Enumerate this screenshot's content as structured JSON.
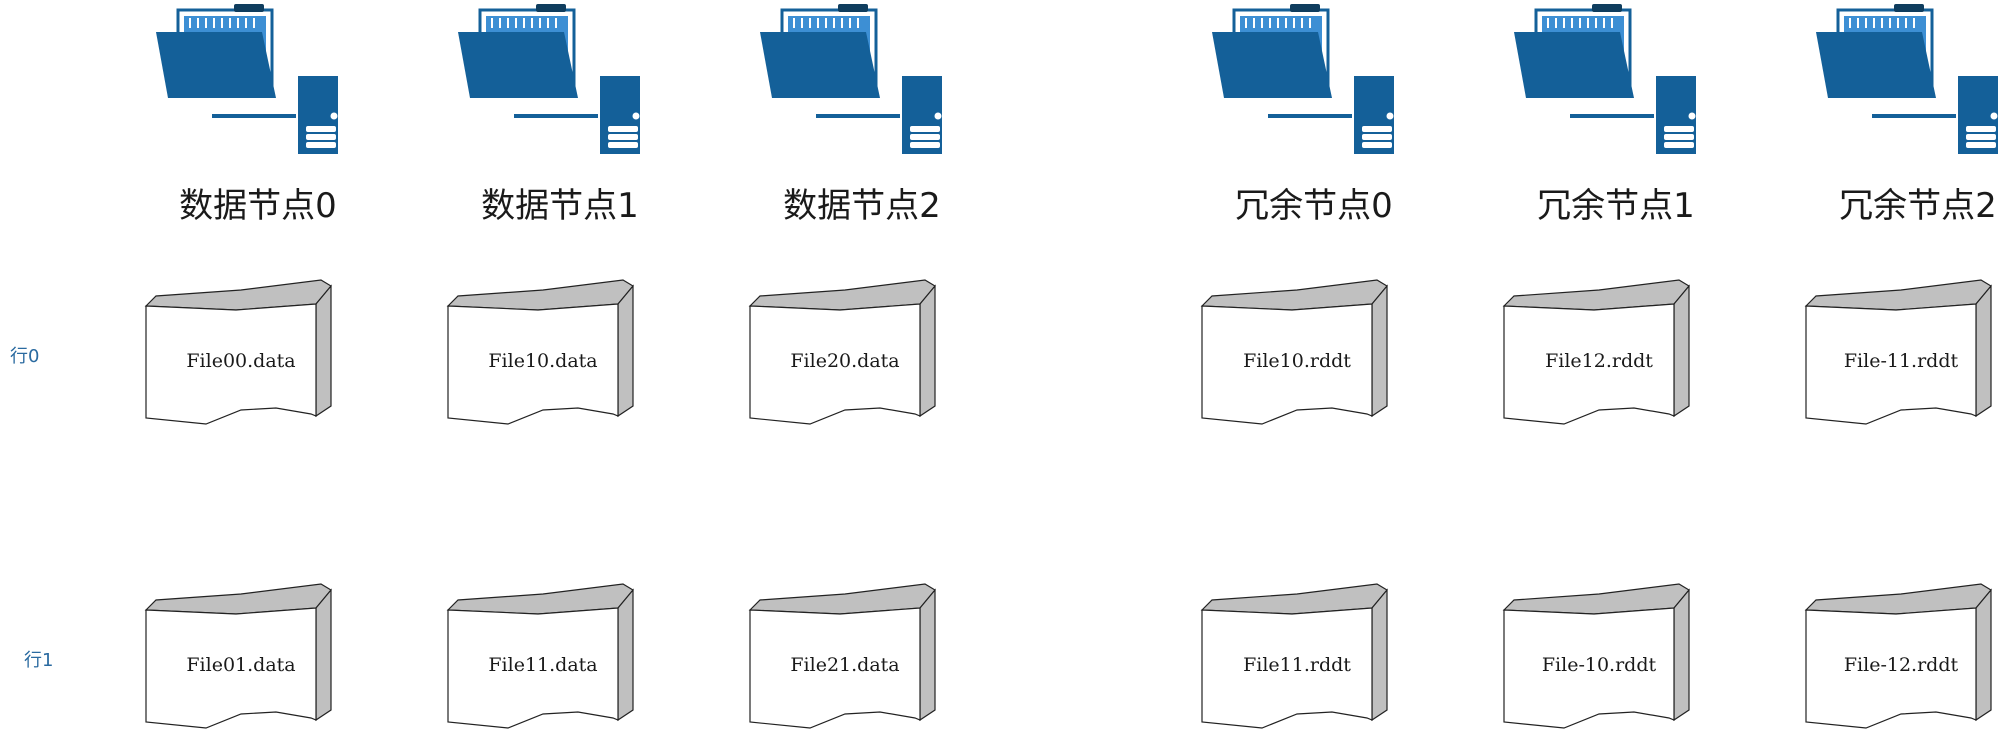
{
  "nodes": [
    {
      "label": "数据节点0",
      "icon": "folder-server-icon"
    },
    {
      "label": "数据节点1",
      "icon": "folder-server-icon"
    },
    {
      "label": "数据节点2",
      "icon": "folder-server-icon"
    },
    {
      "label": "冗余节点0",
      "icon": "folder-server-icon"
    },
    {
      "label": "冗余节点1",
      "icon": "folder-server-icon"
    },
    {
      "label": "冗余节点2",
      "icon": "folder-server-icon"
    }
  ],
  "rows": [
    {
      "label": "行0"
    },
    {
      "label": "行1"
    }
  ],
  "files": {
    "row0": [
      "File00.data",
      "File10.data",
      "File20.data",
      "File10.rddt",
      "File12.rddt",
      "File-11.rddt"
    ],
    "row1": [
      "File01.data",
      "File11.data",
      "File21.data",
      "File11.rddt",
      "File-10.rddt",
      "File-12.rddt"
    ]
  },
  "colors": {
    "icon_blue": "#146099",
    "icon_light_blue": "#3d8fd4",
    "file_side": "#c0c0c0",
    "row_label": "#2a6aa0"
  }
}
